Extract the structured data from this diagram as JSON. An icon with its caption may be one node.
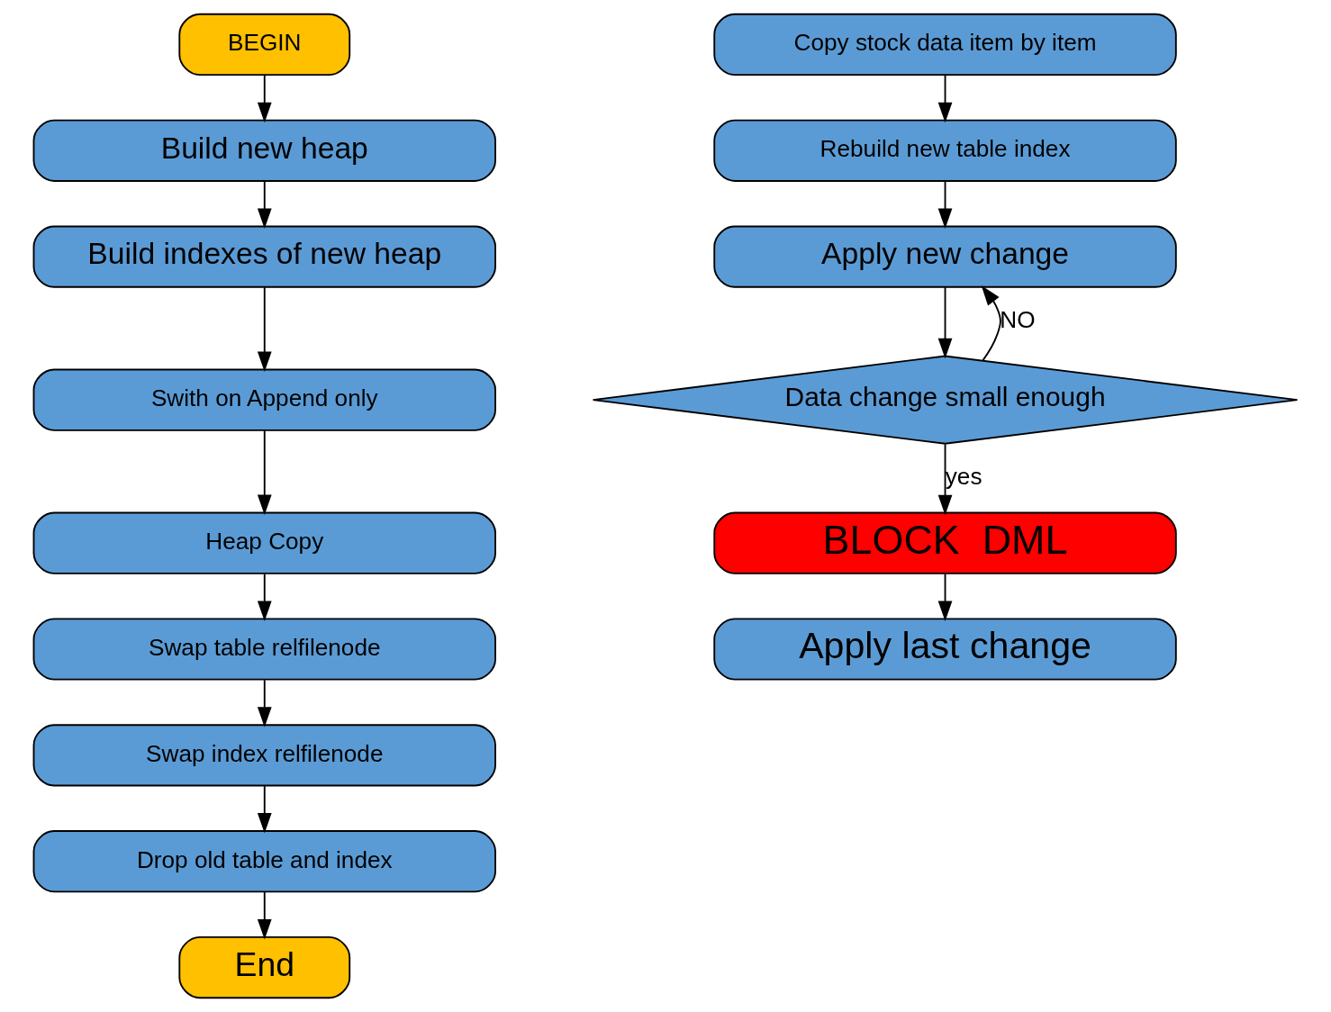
{
  "diagram": {
    "nodes": [
      {
        "text": [
          "BEGIN"
        ]
      },
      {
        "text": [
          "Build new heap"
        ]
      },
      {
        "text": [
          "Build indexes of new heap"
        ]
      },
      {
        "text": [
          "Swith on Append only"
        ]
      },
      {
        "text": [
          "Heap Copy"
        ]
      },
      {
        "text": [
          "Swap table relfilenode"
        ]
      },
      {
        "text": [
          "Swap index relfilenode"
        ]
      },
      {
        "text": [
          "Drop old table and index"
        ]
      },
      {
        "text": [
          "End"
        ]
      },
      {
        "text": [
          "Copy stock data item by item"
        ]
      },
      {
        "text": [
          "Rebuild new table index"
        ]
      },
      {
        "text": [
          "Apply new change"
        ]
      },
      {
        "text": [
          "Data change small enough"
        ]
      },
      {
        "text": [
          "BLOCK  DML"
        ]
      },
      {
        "text": [
          "Apply last change"
        ]
      }
    ],
    "edges": [
      {
        "from": 0,
        "to": 1,
        "arrow": "to"
      },
      {
        "from": 1,
        "to": 2,
        "arrow": "to"
      },
      {
        "from": 2,
        "to": 3,
        "arrow": "to"
      },
      {
        "from": 3,
        "to": 4,
        "arrow": "to"
      },
      {
        "from": 4,
        "to": 5,
        "arrow": "to"
      },
      {
        "from": 5,
        "to": 6,
        "arrow": "to"
      },
      {
        "from": 6,
        "to": 7,
        "arrow": "to"
      },
      {
        "from": 7,
        "to": 8,
        "arrow": "to"
      },
      {
        "from": 9,
        "to": 10,
        "arrow": "to"
      },
      {
        "from": 10,
        "to": 11,
        "arrow": "to"
      },
      {
        "from": 11,
        "to": 12,
        "arrow": "to"
      },
      {
        "from": 12,
        "to": 11,
        "label": "NO",
        "arrow": "to"
      },
      {
        "from": 12,
        "to": 13,
        "label": "yes",
        "arrow": "to"
      },
      {
        "from": 13,
        "to": 14,
        "arrow": "to"
      }
    ]
  }
}
